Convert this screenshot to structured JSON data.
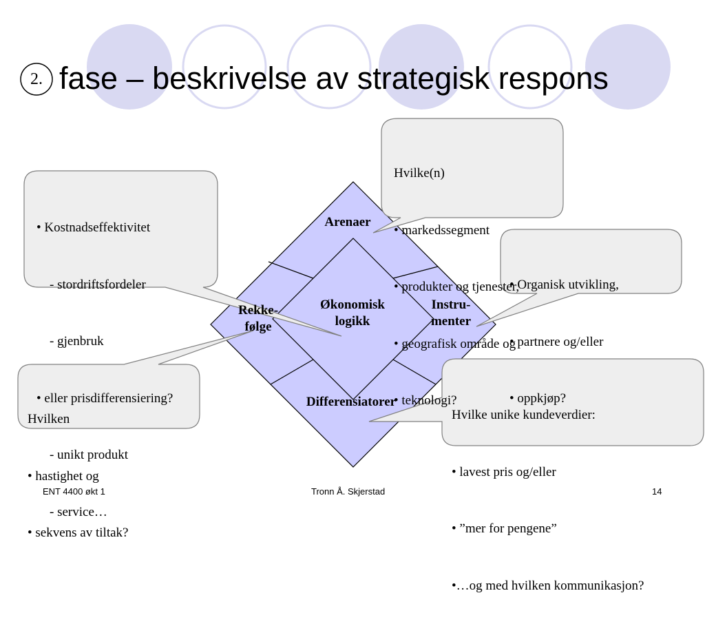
{
  "title": {
    "number": "2.",
    "text": "fase – beskrivelse av strategisk respons"
  },
  "diagram": {
    "center": [
      "Økonomisk",
      "logikk"
    ],
    "top": "Arenaer",
    "left": [
      "Rekke-",
      "følge"
    ],
    "right": [
      "Instru-",
      "menter"
    ],
    "bottom": "Differensiatorer"
  },
  "callouts": {
    "arenas": [
      "Hvilke(n)",
      "• markedssegment",
      "• produkter og tjenester,",
      "• geografisk område og",
      "• teknologi?"
    ],
    "logic": [
      "• Kostnadseffektivitet",
      "    - stordriftsfordeler",
      "    - gjenbruk",
      "• eller prisdifferensiering?",
      "    - unikt produkt",
      "    - service…"
    ],
    "instruments": [
      "• Organisk utvikling,",
      "• partnere og/eller",
      "• oppkjøp?"
    ],
    "sequence": [
      "Hvilken",
      "• hastighet og",
      "• sekvens av tiltak?"
    ],
    "differentiators": [
      "Hvilke unike kundeverdier:",
      "• lavest pris og/eller",
      "• ”mer for pengene”",
      "•…og med hvilken kommunikasjon?"
    ]
  },
  "footer": {
    "left": "ENT 4400 økt 1",
    "center": "Tronn Å. Skjerstad",
    "right": "14"
  },
  "colors": {
    "diamond_fill": "#ccccff",
    "circle_fill": "#d9d9f2",
    "callout_fill": "#eeeeee",
    "callout_stroke": "#808080"
  }
}
